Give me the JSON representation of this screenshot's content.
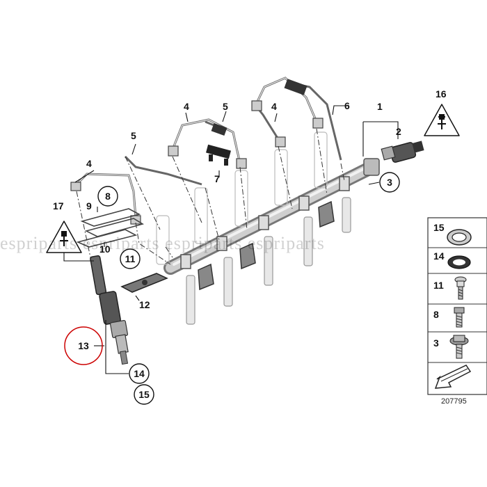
{
  "callouts": {
    "c1": "1",
    "c2": "2",
    "c3": "3",
    "c4a": "4",
    "c4b": "4",
    "c4c": "4",
    "c5a": "5",
    "c5b": "5",
    "c6": "6",
    "c7": "7",
    "c8": "8",
    "c9": "9",
    "c10": "10",
    "c11": "11",
    "c12": "12",
    "c13": "13",
    "c14": "14",
    "c15": "15",
    "c16": "16",
    "c17": "17"
  },
  "parts_panel": {
    "items": [
      "15",
      "14",
      "11",
      "8",
      "3"
    ],
    "icons": [
      "sealing-ring-icon",
      "o-ring-icon",
      "screw-icon",
      "bolt-icon",
      "collar-screw-icon"
    ]
  },
  "reference_number": "207795",
  "watermark": "espriparts espriparts espriparts espriparts",
  "highlight": {
    "callout": "13",
    "color": "#cc0000"
  },
  "warning_icons": [
    "high-pressure-warning-icon",
    "high-pressure-warning-icon"
  ]
}
